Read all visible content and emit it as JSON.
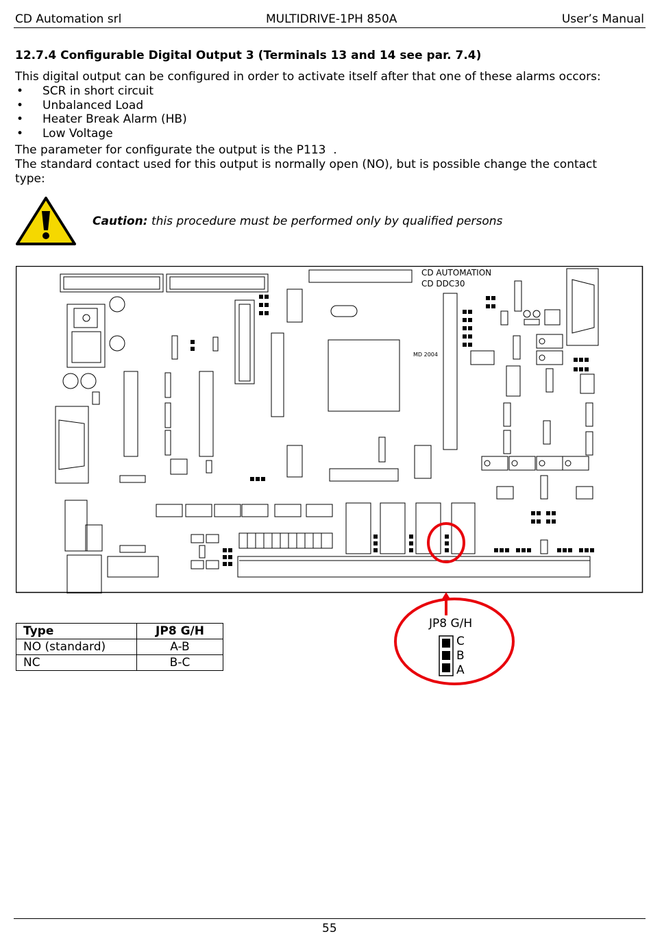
{
  "header": {
    "company": "CD Automation srl",
    "product": "MULTIDRIVE-1PH 850A",
    "doc_type": "User’s Manual"
  },
  "section": {
    "title": "12.7.4 Configurable Digital Output 3 (Terminals 13 and 14 see par. 7.4)",
    "intro": "This digital output can be configured in order to activate itself after that one of these alarms occors:",
    "bullet_symbol": "•",
    "bullets": [
      "SCR in short circuit",
      "Unbalanced Load",
      "Heater Break Alarm (HB)",
      "Low Voltage"
    ],
    "param_text": "The parameter for configurate the output is the P113  .",
    "contact_text_1": "The standard contact used for this output is normally open (NO), but is possible change the contact",
    "contact_text_2": "type:"
  },
  "caution": {
    "label": "Caution:",
    "text": " this procedure must be performed only by qualified persons"
  },
  "board": {
    "maker_label": "CD AUTOMATION",
    "model_label": "CD DDC30",
    "revision_label": "MD 2004"
  },
  "table": {
    "headers": [
      "Type",
      "JP8 G/H"
    ],
    "rows": [
      [
        "NO (standard)",
        "A-B"
      ],
      [
        "NC",
        "B-C"
      ]
    ]
  },
  "callout": {
    "title": "JP8 G/H",
    "pins": [
      "C",
      "B",
      "A"
    ],
    "color": "#e8000b"
  },
  "footer": {
    "page_number": "55"
  }
}
